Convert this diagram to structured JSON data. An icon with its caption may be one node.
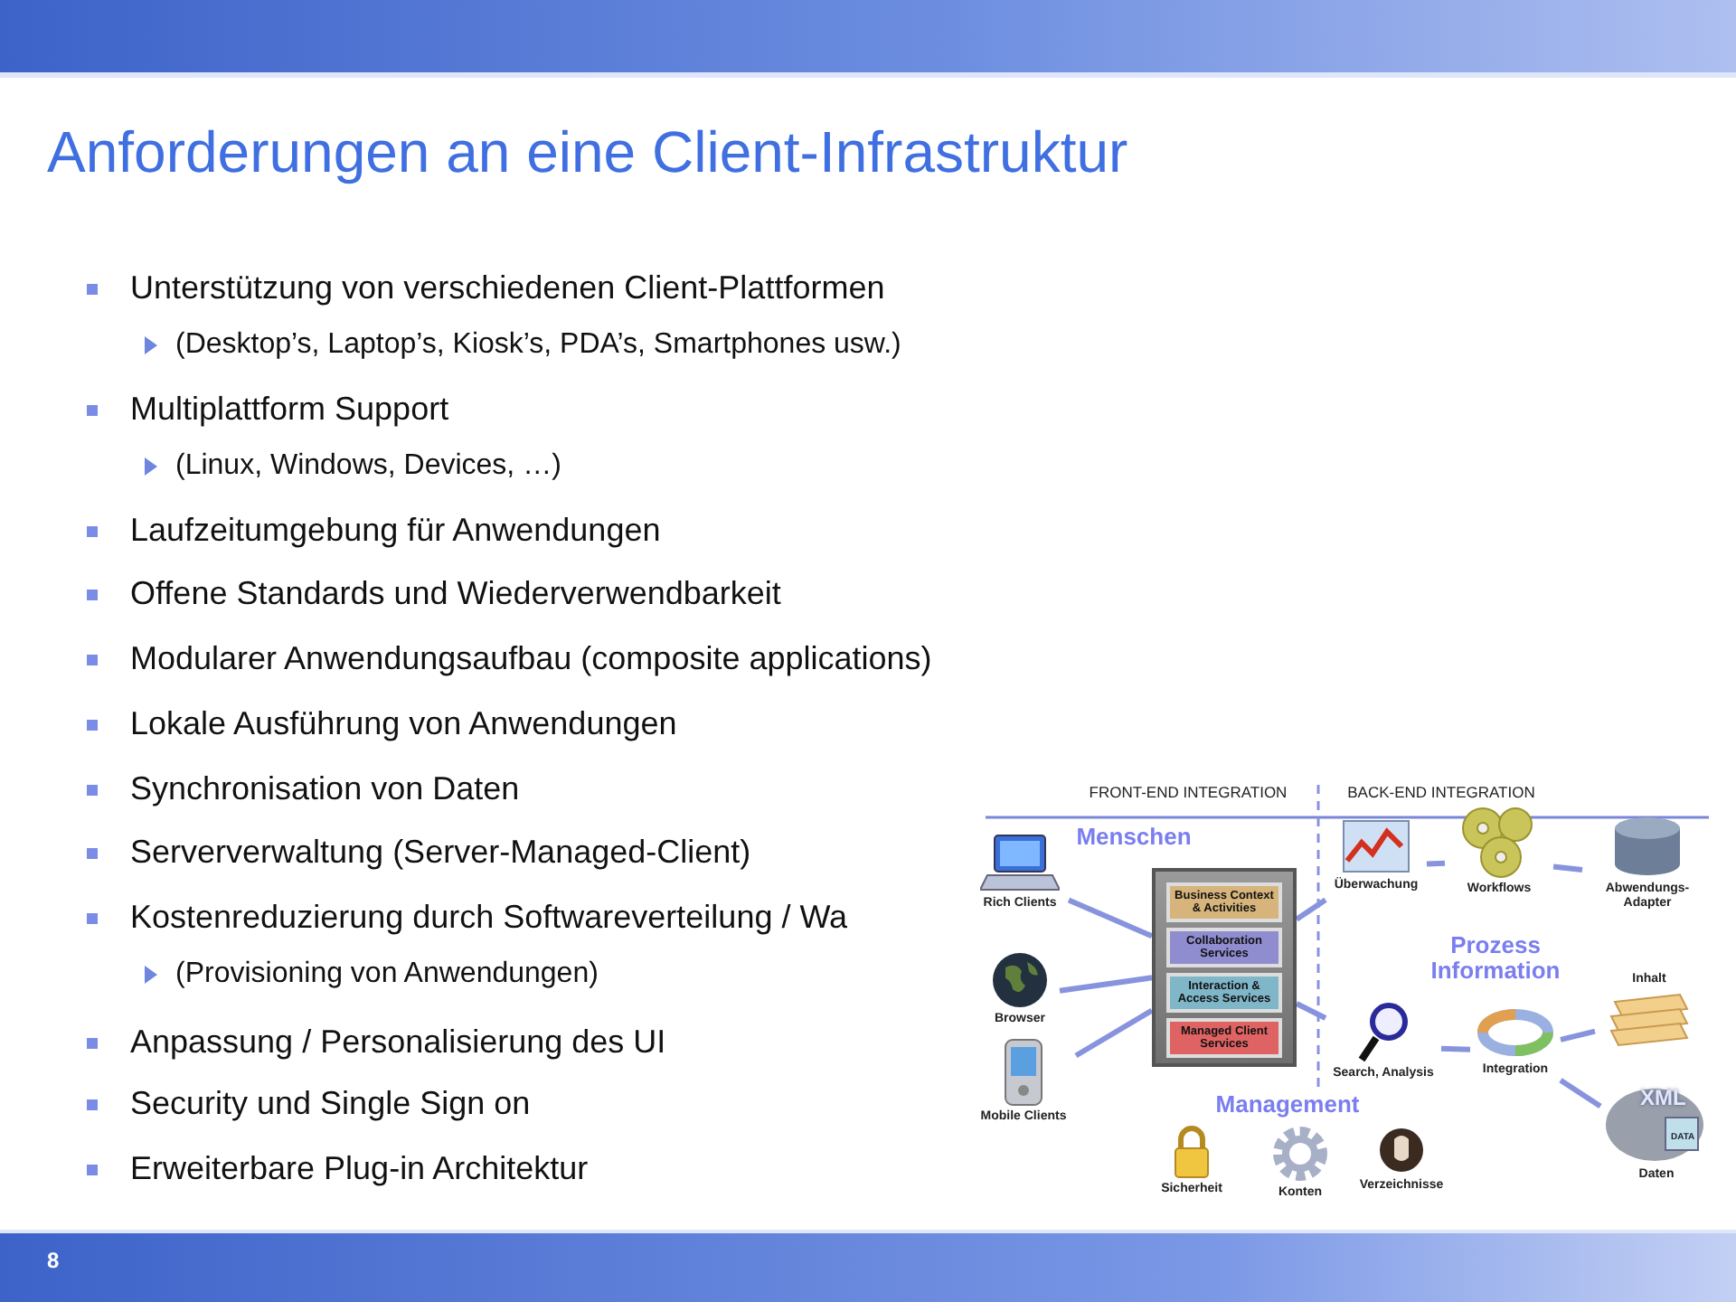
{
  "diagram": {
    "title": "Anforderungen an eine Client-Infrastruktur",
    "nodes": [
      {
        "text": [],
        "shape": "box"
      },
      {
        "text": [
          "Business Context & Activities"
        ],
        "in": 0
      },
      {
        "text": [
          "Collaboration Services"
        ],
        "in": 0
      },
      {
        "text": [
          "Interaction & Access Services"
        ],
        "in": 0
      },
      {
        "text": [
          "Managed Client Services"
        ],
        "in": 0
      },
      {
        "text": [
          "Rich Clients"
        ]
      },
      {
        "text": [
          "Browser"
        ]
      },
      {
        "text": [
          "Mobile Clients"
        ]
      },
      {
        "text": [
          "Überwachung"
        ]
      },
      {
        "text": [
          "Workflows"
        ]
      },
      {
        "text": [
          "Abwendungs-Adapter"
        ]
      },
      {
        "text": [
          "Search, Analysis"
        ]
      },
      {
        "text": [
          "Integration"
        ]
      },
      {
        "text": [
          "Inhalt"
        ]
      },
      {
        "text": [
          "XML",
          "DATA",
          "Daten"
        ]
      },
      {
        "text": [
          "Sicherheit"
        ]
      },
      {
        "text": [
          "Konten"
        ]
      },
      {
        "text": [
          "Verzeichnisse"
        ]
      }
    ],
    "edges": [
      {
        "from": 5,
        "to": 0,
        "arrow": "none"
      },
      {
        "from": 6,
        "to": 0,
        "arrow": "none"
      },
      {
        "from": 7,
        "to": 0,
        "arrow": "none"
      },
      {
        "from": 0,
        "to": 8,
        "arrow": "none"
      },
      {
        "from": 0,
        "to": 11,
        "arrow": "none"
      },
      {
        "from": 8,
        "to": 9,
        "arrow": "none"
      },
      {
        "from": 9,
        "to": 10,
        "arrow": "none"
      },
      {
        "from": 11,
        "to": 12,
        "arrow": "none"
      },
      {
        "from": 12,
        "to": 13,
        "arrow": "none"
      },
      {
        "from": 12,
        "to": 14,
        "arrow": "none"
      }
    ],
    "labels": [
      "Unterstützung von verschiedenen Client-Plattformen",
      "(Desktop’s, Laptop’s, Kiosk’s,  PDA’s, Smartphones usw.)",
      "Multiplattform Support",
      "(Linux, Windows, Devices, …)",
      "Laufzeitumgebung für Anwendungen",
      "Offene Standards und Wiederverwendbarkeit",
      "Modularer Anwendungsaufbau (composite applications)",
      "Lokale Ausführung von Anwendungen",
      "Synchronisation von Daten",
      "Serververwaltung (Server-Managed-Client)",
      "Kostenreduzierung durch Softwareverteilung / Wa",
      "(Provisioning von Anwendungen)",
      "Anpassung / Personalisierung des UI",
      "Security und Single Sign on",
      "Erweiterbare Plug-in Architektur",
      "FRONT-END INTEGRATION",
      "BACK-END INTEGRATION",
      "Menschen",
      "Prozess Information",
      "Management",
      "8"
    ]
  }
}
